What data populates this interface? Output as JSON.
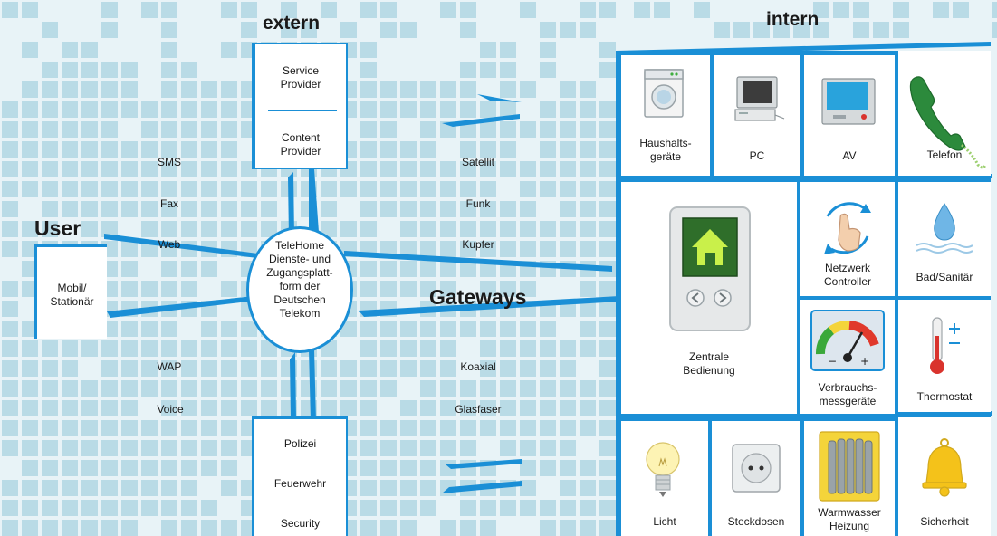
{
  "headings": {
    "extern": "extern",
    "intern": "intern",
    "user": "User",
    "gateways": "Gateways"
  },
  "user_box": {
    "label": "Mobil/\nStationär"
  },
  "hub": {
    "label": "TeleHome\nDienste- und\nZugangsplatt-\nform der\nDeutschen\nTelekom"
  },
  "extern_top": {
    "service": "Service\nProvider",
    "content": "Content\nProvider"
  },
  "extern_bottom": {
    "polizei": "Polizei",
    "feuerwehr": "Feuerwehr",
    "security": "Security"
  },
  "channels_left": {
    "sms": "SMS",
    "fax": "Fax",
    "web": "Web",
    "wap": "WAP",
    "voice": "Voice"
  },
  "channels_right": {
    "satellit": "Satellit",
    "funk": "Funk",
    "kupfer": "Kupfer",
    "koaxial": "Koaxial",
    "glasfaser": "Glasfaser"
  },
  "devices": {
    "haushalt": "Haushalts-\ngeräte",
    "pc": "PC",
    "av": "AV",
    "telefon": "Telefon",
    "zentrale": "Zentrale\nBedienung",
    "netzwerk": "Netzwerk\nController",
    "bad": "Bad/Sanitär",
    "verbrauch": "Verbrauchs-\nmessgeräte",
    "thermostat": "Thermostat",
    "licht": "Licht",
    "steckdosen": "Steckdosen",
    "warmwasser": "Warmwasser\nHeizung",
    "sicherheit": "Sicherheit"
  },
  "colors": {
    "accent": "#1a8fd6",
    "grid": "#b9dbe6",
    "background": "#e8f3f7",
    "hub_green": "#1e7a1e"
  },
  "icons": {
    "haushalt": "washing-machine-icon",
    "pc": "computer-icon",
    "av": "tv-icon",
    "telefon": "phone-handset-icon",
    "zentrale": "control-panel-icon",
    "netzwerk": "touch-hand-icon",
    "bad": "water-drop-icon",
    "verbrauch": "gauge-icon",
    "thermostat": "thermometer-icon",
    "licht": "light-bulb-icon",
    "steckdosen": "power-socket-icon",
    "warmwasser": "radiator-icon",
    "sicherheit": "bell-icon"
  }
}
